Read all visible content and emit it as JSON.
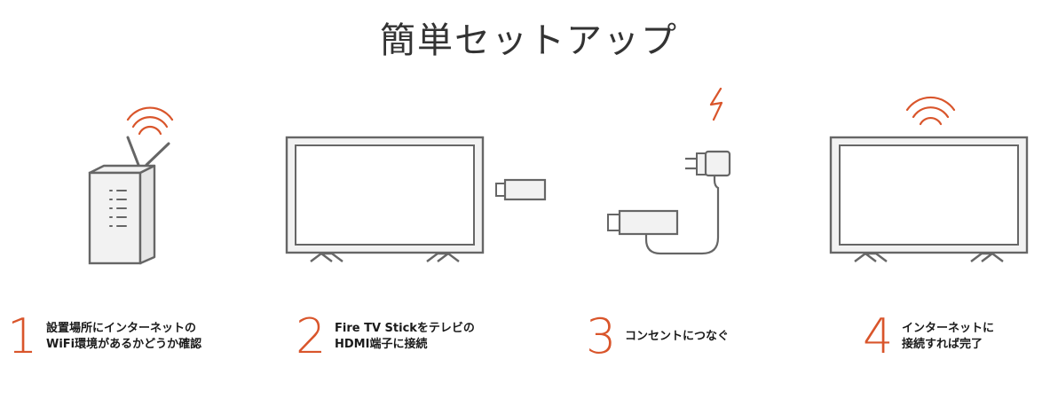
{
  "title": "簡単セットアップ",
  "colors": {
    "accent": "#d9552b",
    "line": "#666666",
    "fill": "#f2f2f2",
    "text": "#1a1a1a"
  },
  "steps": [
    {
      "number": "1",
      "line1": "設置場所にインターネットの",
      "line2": "WiFi環境があるかどうか確認"
    },
    {
      "number": "2",
      "line1": "Fire TV Stickをテレビの",
      "line2": "HDMI端子に接続"
    },
    {
      "number": "3",
      "line1": "コンセントにつなぐ",
      "line2": ""
    },
    {
      "number": "4",
      "line1": "インターネットに",
      "line2": "接続すれば完了"
    }
  ],
  "icons": [
    "router-icon",
    "tv-icon",
    "fire-stick-icon",
    "power-plug-icon",
    "lightning-icon",
    "wifi-icon"
  ]
}
